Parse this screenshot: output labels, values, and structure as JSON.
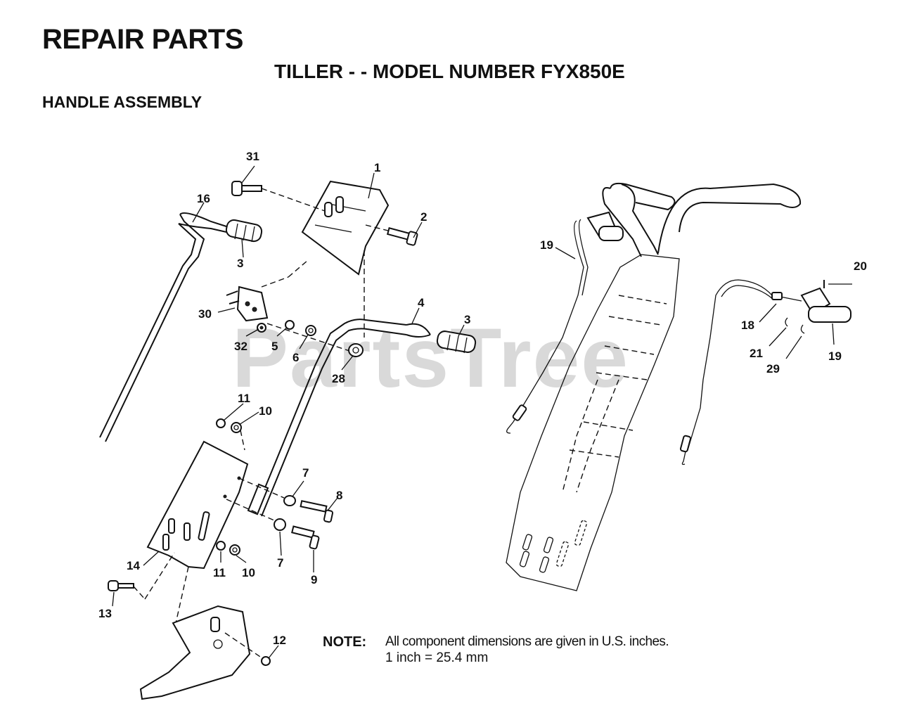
{
  "header": {
    "title": "REPAIR PARTS",
    "subtitle": "TILLER - - MODEL NUMBER FYX850E",
    "section": "HANDLE ASSEMBLY"
  },
  "watermark": "PartsTree",
  "note": {
    "label": "NOTE:",
    "line1": "All component dimensions are given in U.S. inches.",
    "line2": "1 inch = 25.4 mm"
  },
  "callouts": {
    "c1": "1",
    "c2": "2",
    "c3a": "3",
    "c3b": "3",
    "c4": "4",
    "c5": "5",
    "c6": "6",
    "c7a": "7",
    "c7b": "7",
    "c8": "8",
    "c9": "9",
    "c10a": "10",
    "c10b": "10",
    "c11a": "11",
    "c11b": "11",
    "c12": "12",
    "c13": "13",
    "c14": "14",
    "c16": "16",
    "c18": "18",
    "c19a": "19",
    "c19b": "19",
    "c20": "20",
    "c21": "21",
    "c28": "28",
    "c29": "29",
    "c30": "30",
    "c31": "31",
    "c32": "32"
  }
}
